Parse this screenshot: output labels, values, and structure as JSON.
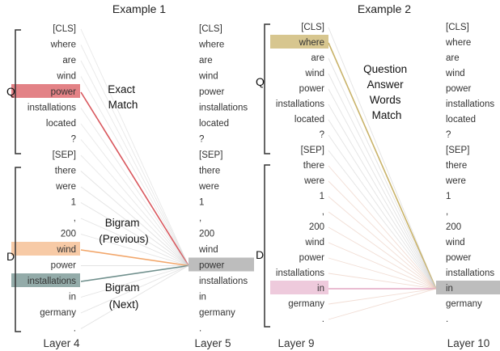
{
  "examples": [
    {
      "title": "Example 1",
      "left_layer": "Layer 4",
      "right_layer": "Layer 5",
      "tokens_left": [
        "[CLS]",
        "where",
        "are",
        "wind",
        "power",
        "installations",
        "located",
        "?",
        "[SEP]",
        "there",
        "were",
        "1",
        ",",
        "200",
        "wind",
        "power",
        "installations",
        "in",
        "germany",
        "."
      ],
      "tokens_right": [
        "[CLS]",
        "where",
        "are",
        "wind",
        "power",
        "installations",
        "located",
        "?",
        "[SEP]",
        "there",
        "were",
        "1",
        ",",
        "200",
        "wind",
        "power",
        "installations",
        "in",
        "germany",
        "."
      ],
      "highlight_right": "power",
      "annotations": [
        "Exact\nMatch",
        "Bigram\n(Previous)",
        "Bigram\n(Next)"
      ]
    },
    {
      "title": "Example 2",
      "left_layer": "Layer 9",
      "right_layer": "Layer 10",
      "tokens_left": [
        "[CLS]",
        "where",
        "are",
        "wind",
        "power",
        "installations",
        "located",
        "?",
        "[SEP]",
        "there",
        "were",
        "1",
        ",",
        "200",
        "wind",
        "power",
        "installations",
        "in",
        "germany",
        "."
      ],
      "tokens_right": [
        "[CLS]",
        "where",
        "are",
        "wind",
        "power",
        "installations",
        "located",
        "?",
        "[SEP]",
        "there",
        "were",
        "1",
        ",",
        "200",
        "wind",
        "power",
        "installations",
        "in",
        "germany",
        "."
      ],
      "highlight_right": "in",
      "annotations": [
        "Question\nAnswer\nWords\nMatch"
      ]
    }
  ],
  "brace_labels": {
    "question": "Q",
    "document": "D"
  },
  "colors": {
    "exact": "#d9585e",
    "previous": "#f2a66a",
    "next": "#6f8f8c",
    "qa_where": "#c9b36a",
    "qa_in": "#e3a6c4",
    "target": "#bdbdbd",
    "line": "#cccccc"
  }
}
